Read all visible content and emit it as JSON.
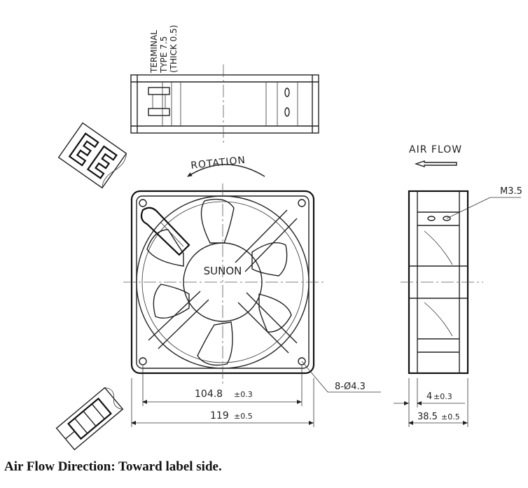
{
  "labels": {
    "terminal_line1": "TERMINAL",
    "terminal_line2": "TYPE 7.5",
    "terminal_line3": "(THICK 0.5)",
    "rotation": "ROTATION",
    "air_flow": "AIR FLOW",
    "brand": "SUNON",
    "screw": "M3.5",
    "holes": "8-Ø4.3"
  },
  "dimensions": {
    "hole_pitch": "104.8",
    "hole_pitch_tol": "±0.3",
    "width": "119",
    "width_tol": "±0.5",
    "flange": "4",
    "flange_tol": "±0.3",
    "depth": "38.5",
    "depth_tol": "±0.5"
  },
  "caption": "Air Flow Direction:  Toward label side."
}
